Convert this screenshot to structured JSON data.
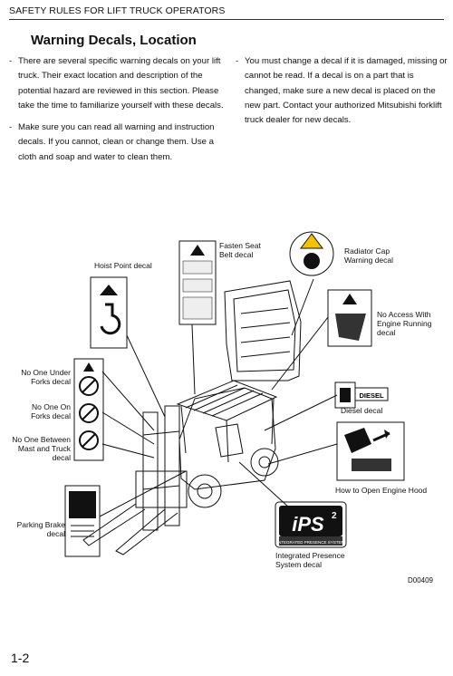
{
  "header": {
    "section": "SAFETY RULES FOR LIFT TRUCK OPERATORS"
  },
  "title": "Warning Decals, Location",
  "left_paragraphs": [
    "There are several specific warning decals on your lift truck. Their exact location and description of the potential hazard are reviewed in this section. Please take the time to familiarize yourself with these decals.",
    "Make sure you can read all warning and instruction decals. If you cannot, clean or change them. Use a cloth and soap and water to clean them."
  ],
  "right_paragraphs": [
    "You must change a decal if it is damaged, missing or cannot be read. If a decal is on a part that is changed, make sure a new decal is placed on the new part. Contact your authorized Mitsubishi forklift truck dealer for new decals."
  ],
  "callouts": {
    "hoist": "Hoist Point decal",
    "seat_belt": "Fasten Seat Belt decal",
    "radiator": "Radiator Cap Warning decal",
    "no_access": "No Access With Engine Running decal",
    "under_forks": "No One Under Forks decal",
    "on_forks": "No One On Forks decal",
    "between_mast": "No One Between Mast and Truck decal",
    "diesel": "Diesel decal",
    "engine_hood": "How to Open Engine Hood",
    "parking_brake": "Parking Brake decal",
    "ips": "Integrated Presence System decal"
  },
  "decal_text": {
    "diesel": "DIESEL",
    "ips_logo": "iPS",
    "ips_sup": "2",
    "ips_band": "INTEGRATED PRESENCE SYSTEM"
  },
  "figure_code": "D00409",
  "page_number": "1-2",
  "colors": {
    "warning_yellow": "#f2c200",
    "ink": "#111111"
  }
}
